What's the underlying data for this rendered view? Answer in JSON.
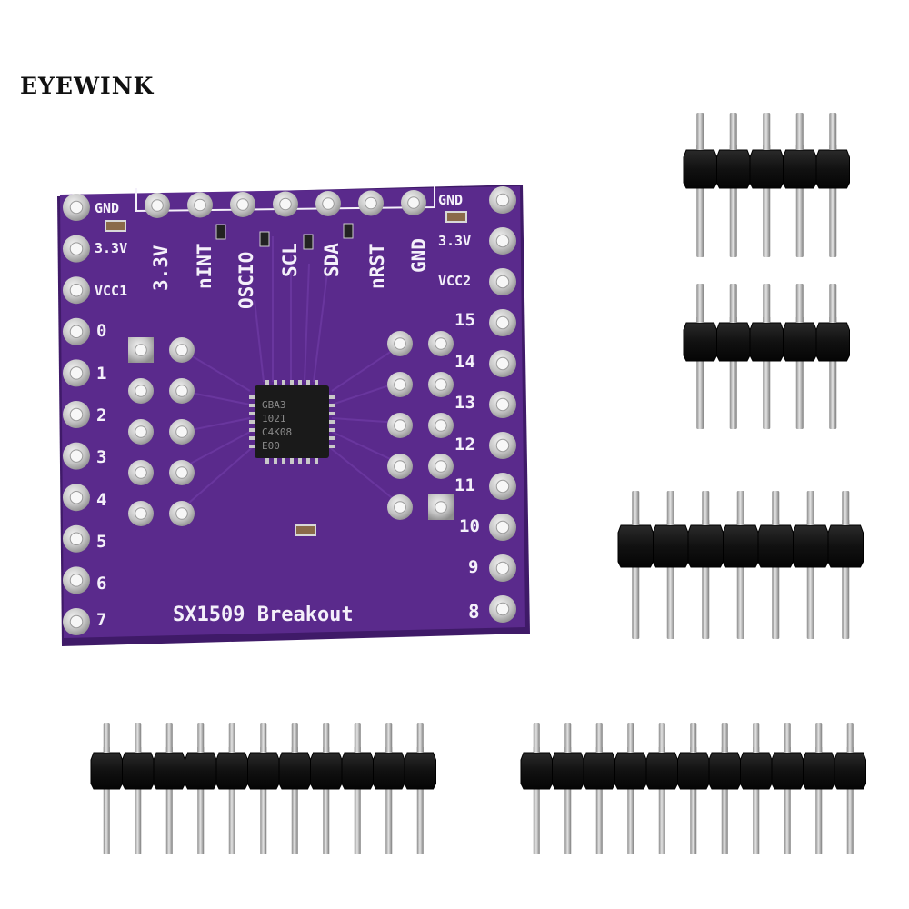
{
  "brand": "EYEWINK",
  "board": {
    "name": "SX1509 Breakout",
    "left_labels": [
      "GND",
      "3.3V",
      "VCC1",
      "0",
      "1",
      "2",
      "3",
      "4",
      "5",
      "6",
      "7"
    ],
    "right_labels": [
      "GND",
      "3.3V",
      "VCC2",
      "15",
      "14",
      "13",
      "12",
      "11",
      "10",
      "9",
      "8"
    ],
    "top_labels": [
      "3.3V",
      "nINT",
      "OSCIO",
      "SCL",
      "SDA",
      "nRST",
      "GND"
    ],
    "chip_text": [
      "GBA3",
      "1021",
      "C4K08",
      "E00"
    ],
    "colors": {
      "pcb": "#5a2a8c",
      "pcb_edge": "#3f1a68",
      "silkscreen": "#f4f0fa",
      "pin_metal": "#b9b9b9",
      "header_plastic": "#151515"
    }
  },
  "headers": [
    {
      "pins": 5
    },
    {
      "pins": 5
    },
    {
      "pins": 7
    },
    {
      "pins": 11
    },
    {
      "pins": 11
    }
  ]
}
